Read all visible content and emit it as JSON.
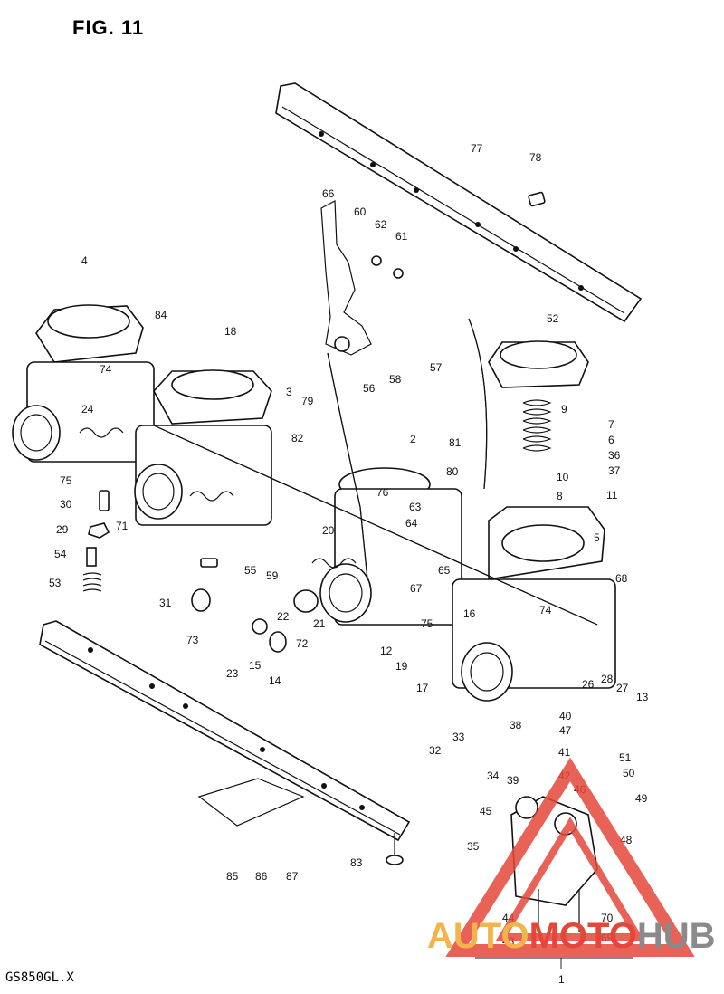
{
  "figure": {
    "title": "FIG. 11",
    "model": "GS850GL.X"
  },
  "watermark": {
    "word_a": "AUTO",
    "word_b": "MOTO",
    "word_c": "HUB",
    "color_a": "#f2b44b",
    "color_b": "#e4473a",
    "color_c": "#8a8a8a"
  },
  "callouts": [
    {
      "id": "c1",
      "label": "77"
    },
    {
      "id": "c2",
      "label": "78"
    },
    {
      "id": "c3",
      "label": "66"
    },
    {
      "id": "c4",
      "label": "60"
    },
    {
      "id": "c5",
      "label": "62"
    },
    {
      "id": "c6",
      "label": "61"
    },
    {
      "id": "c7",
      "label": "4"
    },
    {
      "id": "c8",
      "label": "84"
    },
    {
      "id": "c9",
      "label": "18"
    },
    {
      "id": "c10",
      "label": "52"
    },
    {
      "id": "c11",
      "label": "3"
    },
    {
      "id": "c12",
      "label": "74"
    },
    {
      "id": "c13",
      "label": "57"
    },
    {
      "id": "c14",
      "label": "58"
    },
    {
      "id": "c15",
      "label": "56"
    },
    {
      "id": "c16",
      "label": "79"
    },
    {
      "id": "c17",
      "label": "9"
    },
    {
      "id": "c18",
      "label": "7"
    },
    {
      "id": "c19",
      "label": "6"
    },
    {
      "id": "c20",
      "label": "36"
    },
    {
      "id": "c21",
      "label": "37"
    },
    {
      "id": "c22",
      "label": "24"
    },
    {
      "id": "c23",
      "label": "82"
    },
    {
      "id": "c24",
      "label": "2"
    },
    {
      "id": "c25",
      "label": "81"
    },
    {
      "id": "c26",
      "label": "80"
    },
    {
      "id": "c27",
      "label": "10"
    },
    {
      "id": "c28",
      "label": "8"
    },
    {
      "id": "c29",
      "label": "11"
    },
    {
      "id": "c30",
      "label": "75"
    },
    {
      "id": "c31",
      "label": "76"
    },
    {
      "id": "c32",
      "label": "63"
    },
    {
      "id": "c33",
      "label": "64"
    },
    {
      "id": "c34",
      "label": "30"
    },
    {
      "id": "c35",
      "label": "71"
    },
    {
      "id": "c36",
      "label": "20"
    },
    {
      "id": "c37",
      "label": "5"
    },
    {
      "id": "c38",
      "label": "29"
    },
    {
      "id": "c39",
      "label": "54"
    },
    {
      "id": "c40",
      "label": "59"
    },
    {
      "id": "c41",
      "label": "65"
    },
    {
      "id": "c42",
      "label": "68"
    },
    {
      "id": "c43",
      "label": "55"
    },
    {
      "id": "c44",
      "label": "53"
    },
    {
      "id": "c45",
      "label": "31"
    },
    {
      "id": "c46",
      "label": "67"
    },
    {
      "id": "c47",
      "label": "74"
    },
    {
      "id": "c48",
      "label": "22"
    },
    {
      "id": "c49",
      "label": "21"
    },
    {
      "id": "c50",
      "label": "75"
    },
    {
      "id": "c51",
      "label": "16"
    },
    {
      "id": "c52",
      "label": "73"
    },
    {
      "id": "c53",
      "label": "72"
    },
    {
      "id": "c54",
      "label": "12"
    },
    {
      "id": "c55",
      "label": "19"
    },
    {
      "id": "c56",
      "label": "15"
    },
    {
      "id": "c57",
      "label": "23"
    },
    {
      "id": "c58",
      "label": "14"
    },
    {
      "id": "c59",
      "label": "17"
    },
    {
      "id": "c60",
      "label": "26"
    },
    {
      "id": "c61",
      "label": "28"
    },
    {
      "id": "c62",
      "label": "27"
    },
    {
      "id": "c63",
      "label": "13"
    },
    {
      "id": "c64",
      "label": "40"
    },
    {
      "id": "c65",
      "label": "38"
    },
    {
      "id": "c66",
      "label": "47"
    },
    {
      "id": "c67",
      "label": "32"
    },
    {
      "id": "c68",
      "label": "33"
    },
    {
      "id": "c69",
      "label": "41"
    },
    {
      "id": "c70",
      "label": "51"
    },
    {
      "id": "c71",
      "label": "34"
    },
    {
      "id": "c72",
      "label": "39"
    },
    {
      "id": "c73",
      "label": "42"
    },
    {
      "id": "c74",
      "label": "50"
    },
    {
      "id": "c75",
      "label": "46"
    },
    {
      "id": "c76",
      "label": "49"
    },
    {
      "id": "c77",
      "label": "45"
    },
    {
      "id": "c78",
      "label": "35"
    },
    {
      "id": "c79",
      "label": "48"
    },
    {
      "id": "c80",
      "label": "85"
    },
    {
      "id": "c81",
      "label": "86"
    },
    {
      "id": "c82",
      "label": "87"
    },
    {
      "id": "c83",
      "label": "83"
    },
    {
      "id": "c84",
      "label": "44"
    },
    {
      "id": "c85",
      "label": "70"
    },
    {
      "id": "c86",
      "label": "43"
    },
    {
      "id": "c87",
      "label": "69"
    },
    {
      "id": "c88",
      "label": "1"
    }
  ]
}
